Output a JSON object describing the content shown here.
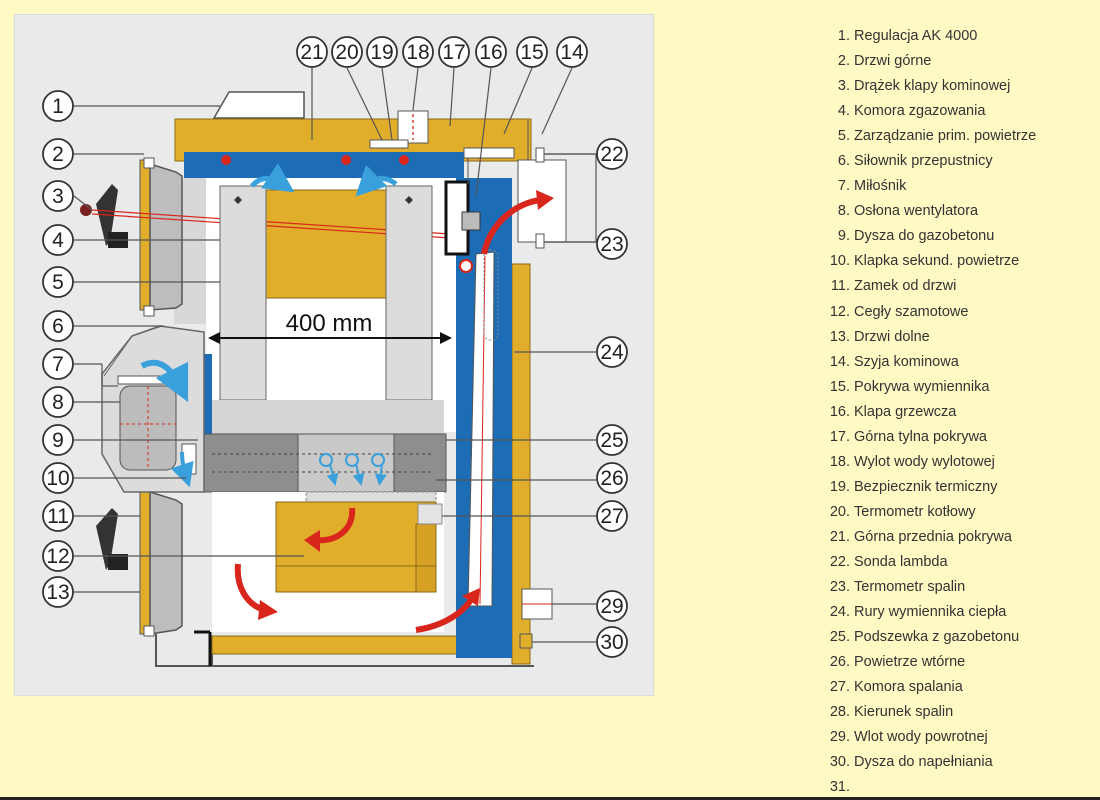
{
  "diagram": {
    "dimension_label": "400 mm",
    "callout_numbers": [
      "1",
      "2",
      "3",
      "4",
      "5",
      "6",
      "7",
      "8",
      "9",
      "10",
      "11",
      "12",
      "13",
      "14",
      "15",
      "16",
      "17",
      "18",
      "19",
      "20",
      "21",
      "22",
      "23",
      "24",
      "25",
      "26",
      "27",
      "29",
      "30"
    ]
  },
  "legend": {
    "items": [
      {
        "num": "1.",
        "text": "Regulacja AK 4000"
      },
      {
        "num": "2.",
        "text": "Drzwi górne"
      },
      {
        "num": "3.",
        "text": "Drążek klapy kominowej"
      },
      {
        "num": "4.",
        "text": "Komora zgazowania"
      },
      {
        "num": "5.",
        "text": "Zarządzanie prim. powietrze"
      },
      {
        "num": "6.",
        "text": "Siłownik przepustnicy"
      },
      {
        "num": "7.",
        "text": "Miłośnik"
      },
      {
        "num": "8.",
        "text": "Osłona wentylatora"
      },
      {
        "num": "9.",
        "text": "Dysza do gazobetonu"
      },
      {
        "num": "10.",
        "text": "Klapka sekund. powietrze"
      },
      {
        "num": "11.",
        "text": "Zamek od drzwi"
      },
      {
        "num": "12.",
        "text": "Cegły szamotowe"
      },
      {
        "num": "13.",
        "text": "Drzwi dolne"
      },
      {
        "num": "14.",
        "text": "Szyja kominowa"
      },
      {
        "num": "15.",
        "text": "Pokrywa wymiennika"
      },
      {
        "num": "16.",
        "text": "Klapa grzewcza"
      },
      {
        "num": "17.",
        "text": "Górna tylna pokrywa"
      },
      {
        "num": "18.",
        "text": "Wylot wody wylotowej"
      },
      {
        "num": "19.",
        "text": "Bezpiecznik termiczny"
      },
      {
        "num": "20.",
        "text": "Termometr kotłowy"
      },
      {
        "num": "21.",
        "text": "Górna przednia pokrywa"
      },
      {
        "num": "22.",
        "text": "Sonda lambda"
      },
      {
        "num": "23.",
        "text": "Termometr spalin"
      },
      {
        "num": "24.",
        "text": "Rury wymiennika ciepła"
      },
      {
        "num": "25.",
        "text": "Podszewka z gazobetonu"
      },
      {
        "num": "26.",
        "text": "Powietrze wtórne"
      },
      {
        "num": "27.",
        "text": "Komora spalania"
      },
      {
        "num": "28.",
        "text": "Kierunek spalin"
      },
      {
        "num": "29.",
        "text": "Wlot wody powrotnej"
      },
      {
        "num": "30.",
        "text": "Dysza do napełniania"
      },
      {
        "num": "31.",
        "text": ""
      }
    ]
  },
  "colors": {
    "background": "#fff9c4",
    "panel": "#e9eaea",
    "insulation": "#e1ae2b",
    "water_jacket": "#1c6db5",
    "brick": "#8e8e8e",
    "flame_arrow": "#d9261c",
    "air_arrow": "#3aa0db"
  }
}
